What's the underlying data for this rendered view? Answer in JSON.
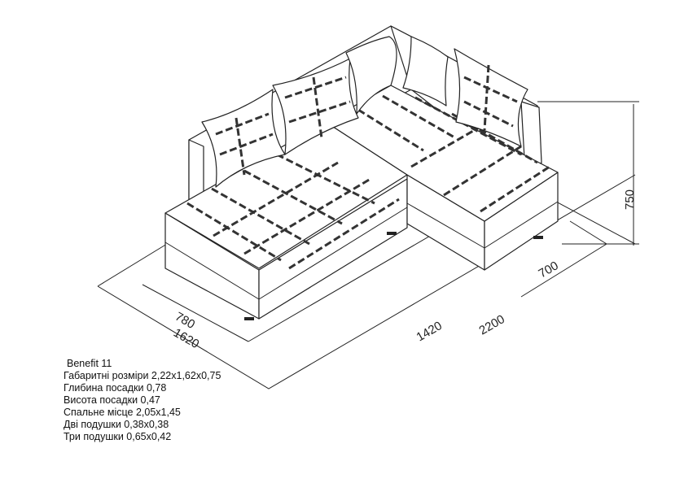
{
  "model": "Benefit 11",
  "specs": [
    "Габаритні розміри 2,22x1,62x0,75",
    "Глибина посадки 0,78",
    "Висота посадки 0,47",
    "Спальне місце 2,05x1,45",
    "Дві подушки 0,38x0,38",
    "Три подушки 0,65x0,42"
  ],
  "dimensions": {
    "seat_depth": "780",
    "depth": "1620",
    "inner_length": "1420",
    "length": "2200",
    "chaise_width": "700",
    "height": "750"
  }
}
